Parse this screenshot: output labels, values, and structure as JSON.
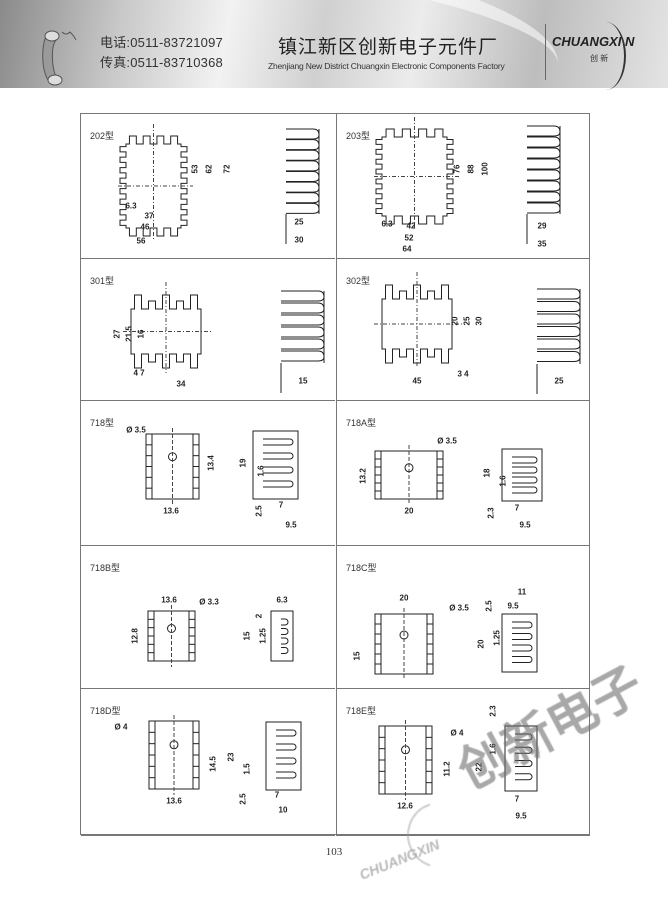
{
  "header": {
    "phone": "电话:0511-83721097",
    "fax": "传真:0511-83710368",
    "company_cn": "镇江新区创新电子元件厂",
    "company_en": "Zhenjiang New District Chuangxin Electronic Components Factory",
    "logo_text": "CHUANGXI N",
    "logo_sub": "创 新"
  },
  "cells": [
    {
      "model": "202型",
      "dims": [
        "6.3",
        "37",
        "46",
        "56",
        "53",
        "62",
        "72",
        "25",
        "30"
      ]
    },
    {
      "model": "203型",
      "dims": [
        "6.3",
        "42",
        "52",
        "64",
        "76",
        "88",
        "100",
        "29",
        "35"
      ]
    },
    {
      "model": "301型",
      "dims": [
        "27",
        "21.5",
        "16",
        "4 7",
        "34",
        "15"
      ]
    },
    {
      "model": "302型",
      "dims": [
        "20",
        "25",
        "30",
        "3 4",
        "45",
        "25"
      ]
    },
    {
      "model": "718型",
      "dims": [
        "Ø 3.5",
        "13.4",
        "13.6",
        "19",
        "1.6",
        "2.5",
        "7",
        "9.5"
      ]
    },
    {
      "model": "718A型",
      "dims": [
        "Ø 3.5",
        "13.2",
        "20",
        "18",
        "1.6",
        "2.3",
        "7",
        "9.5"
      ]
    },
    {
      "model": "718B型",
      "dims": [
        "13.6",
        "Ø 3.3",
        "12.8",
        "6.3",
        "2",
        "1.25",
        "15"
      ]
    },
    {
      "model": "718C型",
      "dims": [
        "20",
        "Ø 3.5",
        "15",
        "11",
        "2.5",
        "9.5",
        "1.25",
        "20"
      ]
    },
    {
      "model": "718D型",
      "dims": [
        "Ø 4",
        "14.5",
        "13.6",
        "23",
        "1.5",
        "2.5",
        "7",
        "10"
      ]
    },
    {
      "model": "718E型",
      "dims": [
        "Ø 4",
        "11.2",
        "12.6",
        "2.3",
        "1.6",
        "22",
        "7",
        "9.5"
      ]
    }
  ],
  "page_number": "103",
  "watermark": {
    "cn": "创新电子",
    "logo": "CHUANGXIN"
  }
}
